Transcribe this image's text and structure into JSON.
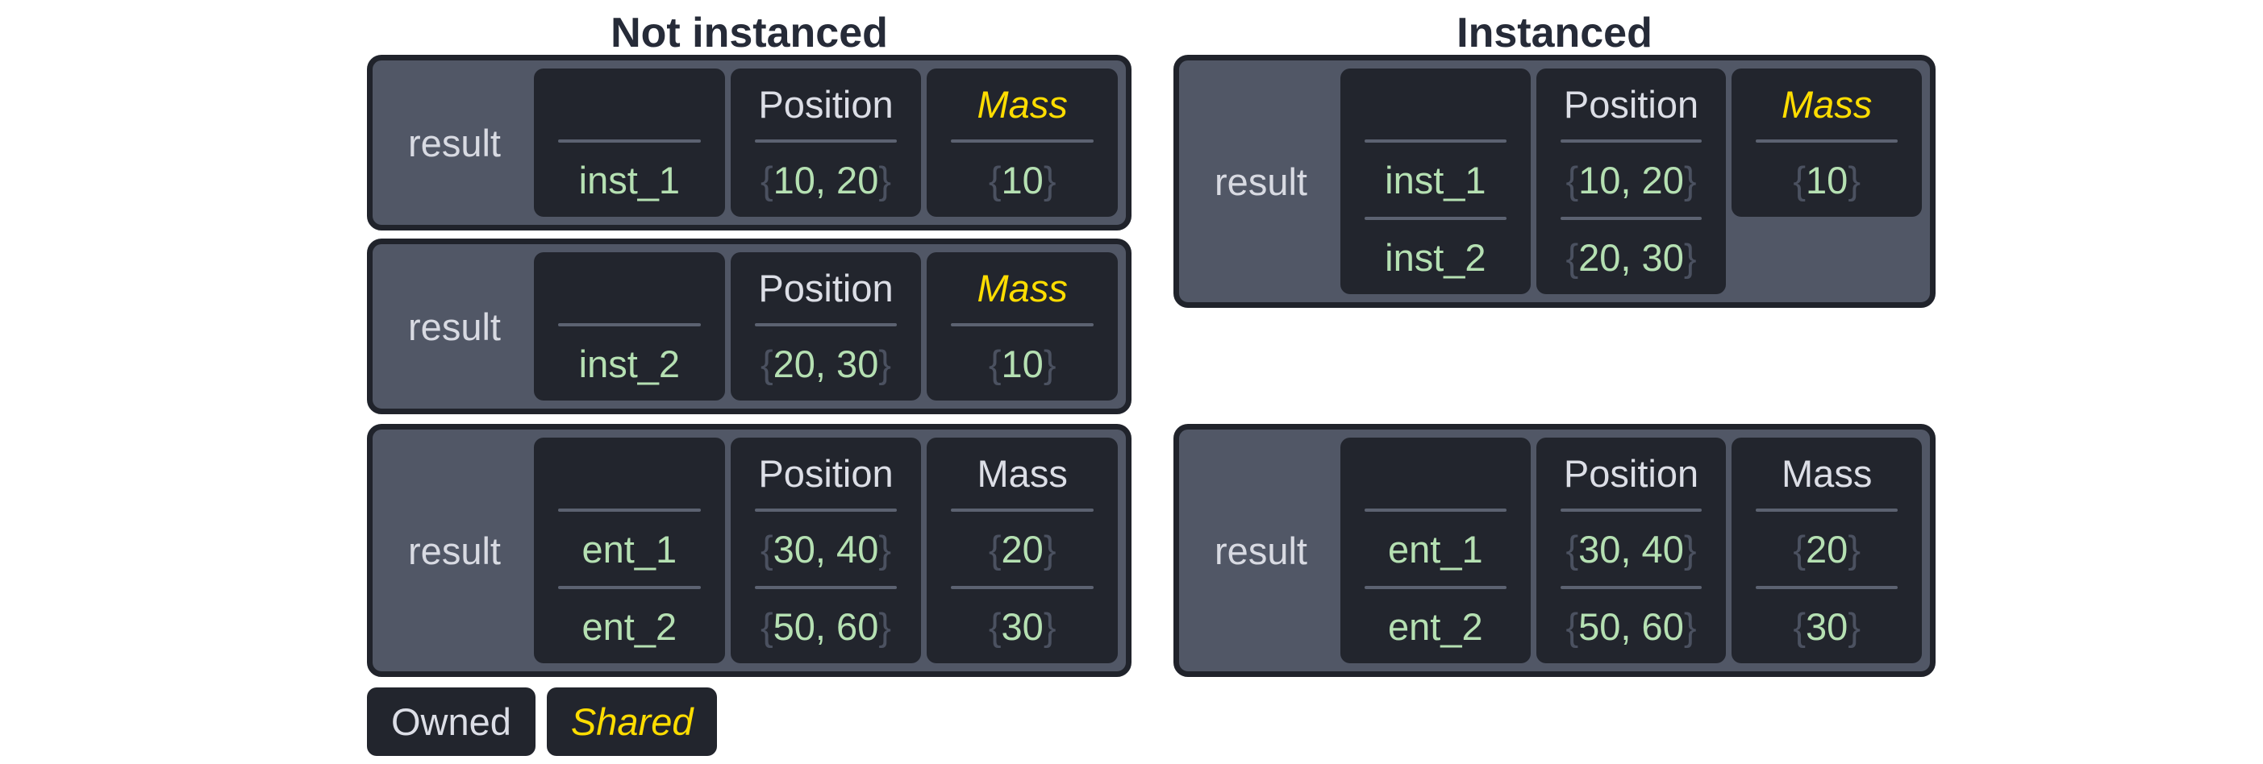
{
  "colors": {
    "background": "#ffffff",
    "title_text": "#262b38",
    "table_background": "#515766",
    "table_border": "#20232b",
    "box_background": "#22252d",
    "divider": "#5c6271",
    "owned_text": "#dcdee6",
    "shared_yellow": "#ffdd00",
    "value_green": "#b5e0b2",
    "brace_gray": "#4b5160",
    "label_text": "#d8dae2"
  },
  "sections": [
    {
      "title": "Not instanced",
      "tables": [
        {
          "label": "result",
          "columns": [
            {
              "header": "",
              "shared": false,
              "cells": [
                {
                  "text": "inst_1"
                }
              ]
            },
            {
              "header": "Position",
              "shared": false,
              "cells": [
                {
                  "open": "{",
                  "text": "10, 20",
                  "close": "}"
                }
              ]
            },
            {
              "header": "Mass",
              "shared": true,
              "cells": [
                {
                  "open": "{",
                  "text": "10",
                  "close": "}"
                }
              ]
            }
          ]
        },
        {
          "label": "result",
          "columns": [
            {
              "header": "",
              "shared": false,
              "cells": [
                {
                  "text": "inst_2"
                }
              ]
            },
            {
              "header": "Position",
              "shared": false,
              "cells": [
                {
                  "open": "{",
                  "text": "20, 30",
                  "close": "}"
                }
              ]
            },
            {
              "header": "Mass",
              "shared": true,
              "cells": [
                {
                  "open": "{",
                  "text": "10",
                  "close": "}"
                }
              ]
            }
          ]
        },
        {
          "label": "result",
          "columns": [
            {
              "header": "",
              "shared": false,
              "cells": [
                {
                  "text": "ent_1"
                },
                {
                  "text": "ent_2"
                }
              ]
            },
            {
              "header": "Position",
              "shared": false,
              "cells": [
                {
                  "open": "{",
                  "text": "30, 40",
                  "close": "}"
                },
                {
                  "open": "{",
                  "text": "50, 60",
                  "close": "}"
                }
              ]
            },
            {
              "header": "Mass",
              "shared": false,
              "cells": [
                {
                  "open": "{",
                  "text": "20",
                  "close": "}"
                },
                {
                  "open": "{",
                  "text": "30",
                  "close": "}"
                }
              ]
            }
          ]
        }
      ],
      "legend": [
        {
          "label": "Owned",
          "shared": false
        },
        {
          "label": "Shared",
          "shared": true
        }
      ]
    },
    {
      "title": "Instanced",
      "tables": [
        {
          "label": "result",
          "columns": [
            {
              "header": "",
              "shared": false,
              "cells": [
                {
                  "text": "inst_1"
                },
                {
                  "text": "inst_2"
                }
              ]
            },
            {
              "header": "Position",
              "shared": false,
              "cells": [
                {
                  "open": "{",
                  "text": "10, 20",
                  "close": "}"
                },
                {
                  "open": "{",
                  "text": "20, 30",
                  "close": "}"
                }
              ]
            },
            {
              "header": "Mass",
              "shared": true,
              "cells": [
                {
                  "open": "{",
                  "text": "10",
                  "close": "}"
                }
              ]
            }
          ]
        },
        {
          "label": "result",
          "columns": [
            {
              "header": "",
              "shared": false,
              "cells": [
                {
                  "text": "ent_1"
                },
                {
                  "text": "ent_2"
                }
              ]
            },
            {
              "header": "Position",
              "shared": false,
              "cells": [
                {
                  "open": "{",
                  "text": "30, 40",
                  "close": "}"
                },
                {
                  "open": "{",
                  "text": "50, 60",
                  "close": "}"
                }
              ]
            },
            {
              "header": "Mass",
              "shared": false,
              "cells": [
                {
                  "open": "{",
                  "text": "20",
                  "close": "}"
                },
                {
                  "open": "{",
                  "text": "30",
                  "close": "}"
                }
              ]
            }
          ]
        }
      ]
    }
  ]
}
